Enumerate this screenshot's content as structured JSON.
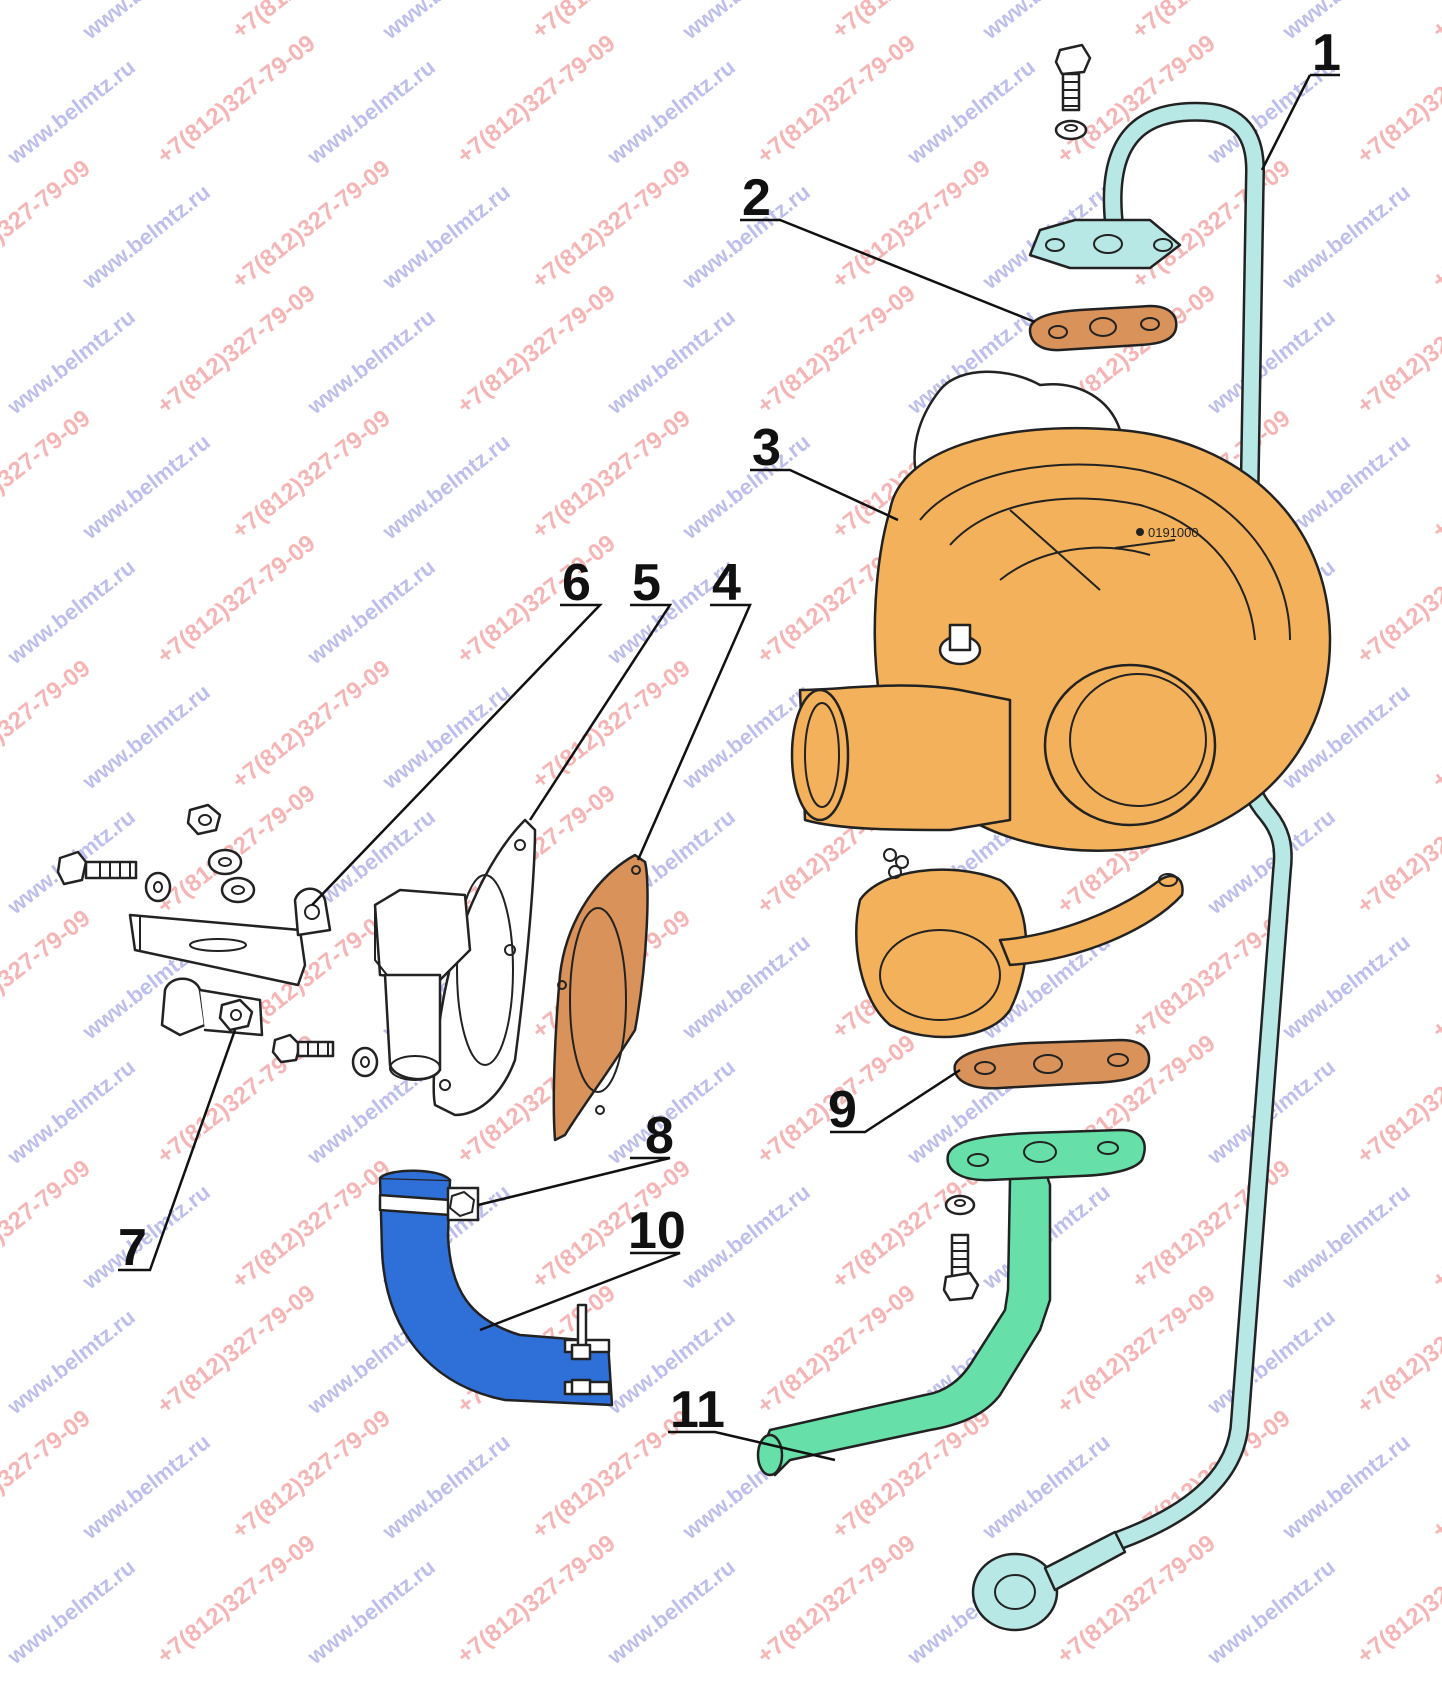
{
  "colors": {
    "oil_pipe": "#b8e8e6",
    "gasket": "#d9925a",
    "turbo": "#f2b15a",
    "drain_pipe": "#66e0a8",
    "hose": "#2f6fd8",
    "hardware": "#ffffff",
    "outline": "#222222"
  },
  "callouts": [
    "1",
    "2",
    "3",
    "4",
    "5",
    "6",
    "7",
    "8",
    "9",
    "10",
    "11"
  ],
  "serial_mark": "0191000",
  "watermark": {
    "site": "www.belmtz.ru",
    "phone": "+7(812)327-79-09"
  }
}
